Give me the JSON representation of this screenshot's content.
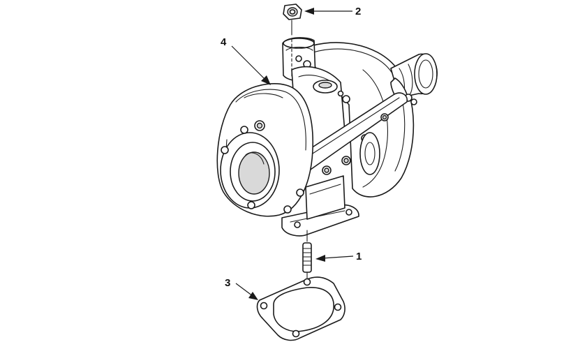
{
  "callouts": [
    {
      "id": "1",
      "label": "1"
    },
    {
      "id": "2",
      "label": "2"
    },
    {
      "id": "3",
      "label": "3"
    },
    {
      "id": "4",
      "label": "4"
    }
  ],
  "colors": {
    "line": "#1a1a1a",
    "background": "#ffffff",
    "shade": "#d9d9d9"
  }
}
